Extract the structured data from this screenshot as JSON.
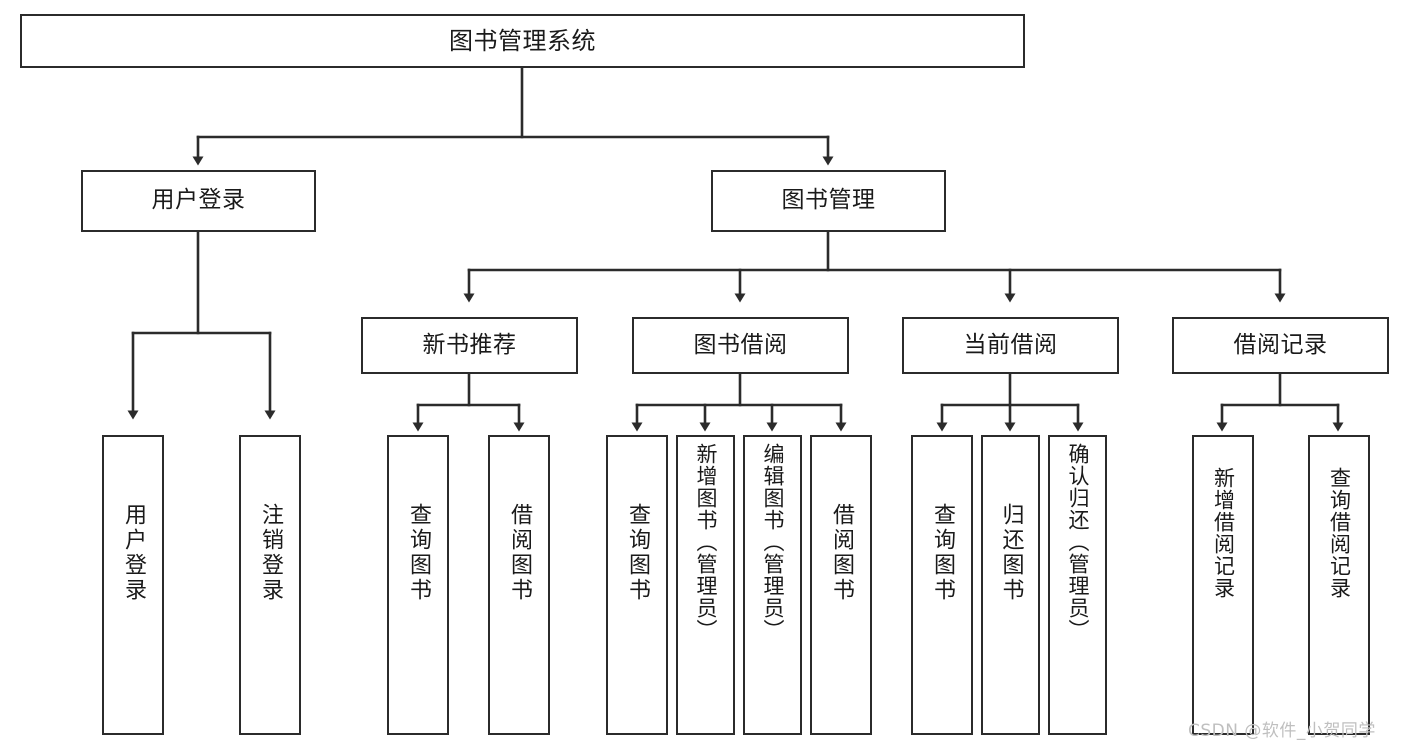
{
  "diagram": {
    "title": "图书管理系统",
    "type": "tree-hierarchy",
    "root": {
      "label": "图书管理系统"
    },
    "level2": [
      {
        "label": "用户登录"
      },
      {
        "label": "图书管理"
      }
    ],
    "level3": [
      {
        "label": "新书推荐"
      },
      {
        "label": "图书借阅"
      },
      {
        "label": "当前借阅"
      },
      {
        "label": "借阅记录"
      }
    ],
    "leaves": {
      "user_login": [
        {
          "label": "用户登录"
        },
        {
          "label": "注销登录"
        }
      ],
      "new_book_recommend": [
        {
          "label": "查询图书"
        },
        {
          "label": "借阅图书"
        }
      ],
      "book_borrow": [
        {
          "label": "查询图书"
        },
        {
          "label": "新增图书（管理员）"
        },
        {
          "label": "编辑图书（管理员）"
        },
        {
          "label": "借阅图书"
        }
      ],
      "current_borrow": [
        {
          "label": "查询图书"
        },
        {
          "label": "归还图书"
        },
        {
          "label": "确认归还（管理员）"
        }
      ],
      "borrow_record": [
        {
          "label": "新增借阅记录"
        },
        {
          "label": "查询借阅记录"
        }
      ]
    }
  },
  "watermark": {
    "text": "CSDN @软件_小贺同学"
  },
  "colors": {
    "stroke": "#2b2b2b",
    "fill": "#ffffff",
    "text": "#1a1a1a",
    "watermark": "#bfbfbf"
  }
}
